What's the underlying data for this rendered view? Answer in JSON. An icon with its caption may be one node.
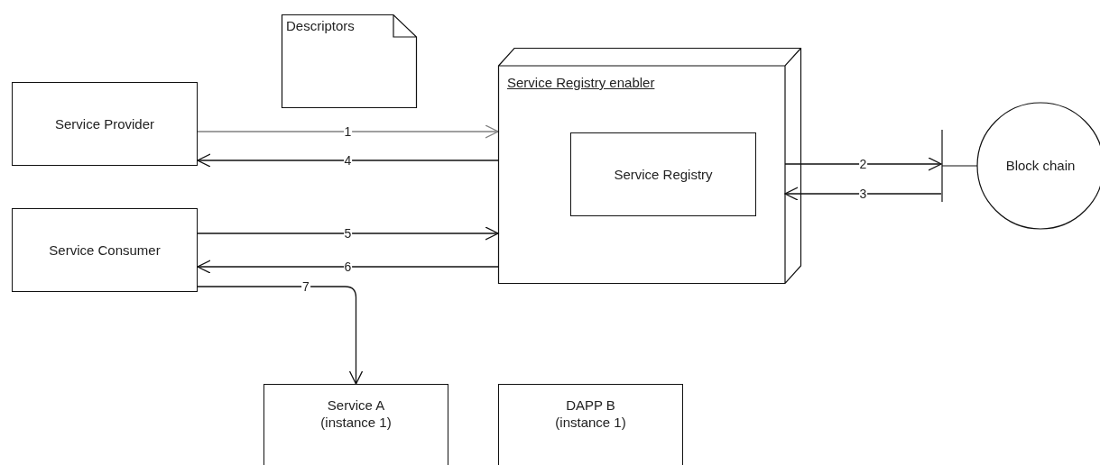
{
  "diagram": {
    "nodes": [
      {
        "text": [
          "Descriptors"
        ]
      },
      {
        "text": [
          "Service Provider"
        ]
      },
      {
        "text": [
          "Service Registry enabler"
        ]
      },
      {
        "text": [
          "Service Registry"
        ],
        "in": 2
      },
      {
        "text": [
          "Block chain"
        ]
      },
      {
        "text": [
          "Service Consumer"
        ]
      },
      {
        "text": [
          "Service A (instance 1)"
        ]
      },
      {
        "text": [
          "DAPP B (instance 1)"
        ]
      }
    ],
    "edges": [
      {
        "from": 1,
        "to": 2,
        "label": "1",
        "arrow": "to",
        "color": "#808080"
      },
      {
        "from": 2,
        "to": 1,
        "label": "4",
        "arrow": "to"
      },
      {
        "from": 2,
        "to": 4,
        "label": "2",
        "arrow": "to"
      },
      {
        "from": 4,
        "to": 2,
        "label": "3",
        "arrow": "to"
      },
      {
        "from": 5,
        "to": 2,
        "label": "5",
        "arrow": "to"
      },
      {
        "from": 2,
        "to": 5,
        "label": "6",
        "arrow": "to"
      },
      {
        "from": 5,
        "to": 6,
        "label": "7",
        "arrow": "to"
      }
    ]
  }
}
